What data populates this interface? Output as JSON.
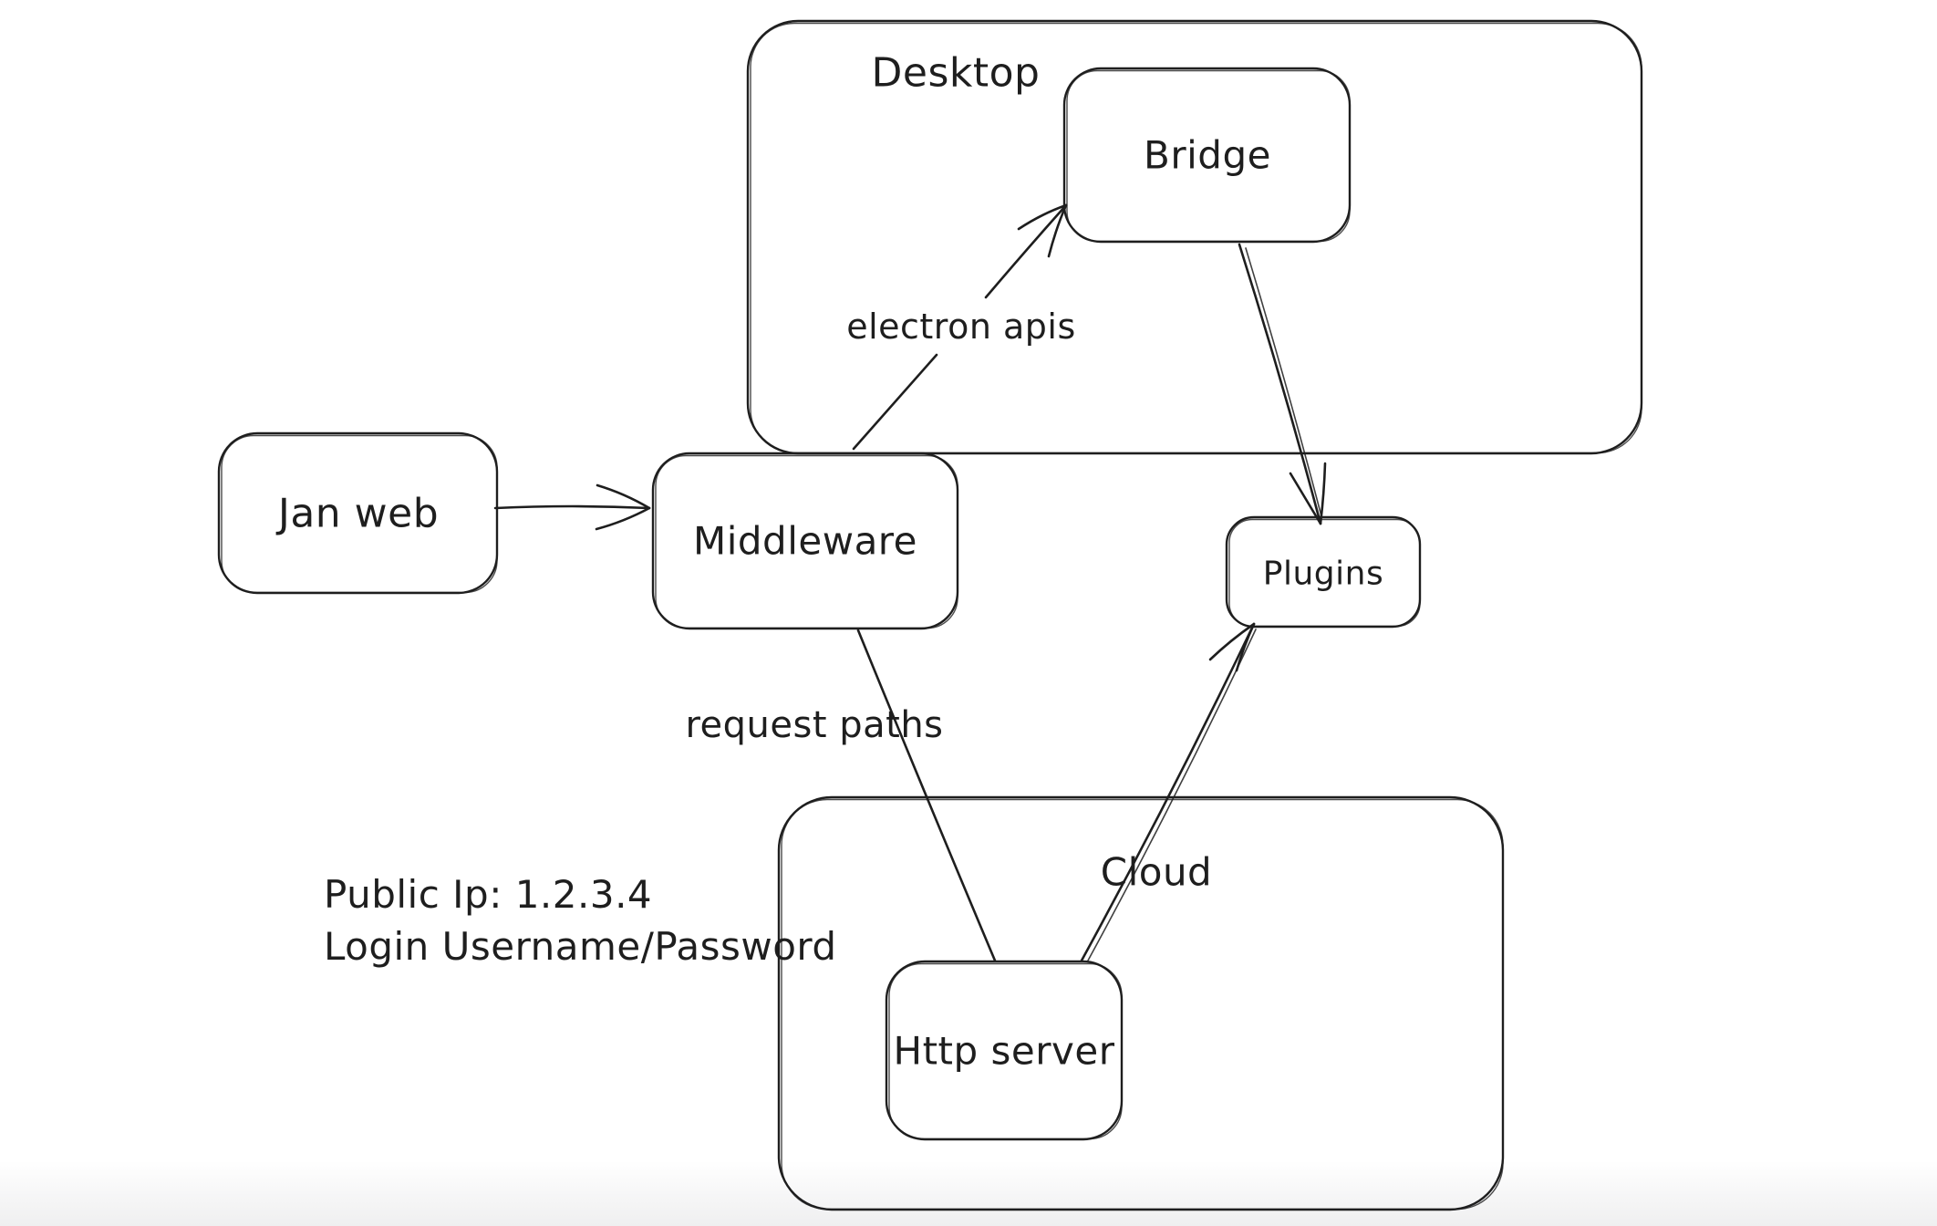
{
  "canvas": {
    "background": "#ffffff",
    "ink": "#1e1e1e"
  },
  "containers": {
    "desktop": {
      "label": "Desktop"
    },
    "cloud": {
      "label": "Cloud"
    }
  },
  "nodes": {
    "jan_web": {
      "label": "Jan web"
    },
    "middleware": {
      "label": "Middleware"
    },
    "bridge": {
      "label": "Bridge"
    },
    "plugins": {
      "label": "Plugins"
    },
    "http_server": {
      "label": "Http server"
    }
  },
  "connector_labels": {
    "middleware_to_bridge": "electron apis",
    "middleware_to_http_server": "request paths"
  },
  "annotation": {
    "line1": "Public Ip: 1.2.3.4",
    "line2": "Login Username/Password"
  }
}
